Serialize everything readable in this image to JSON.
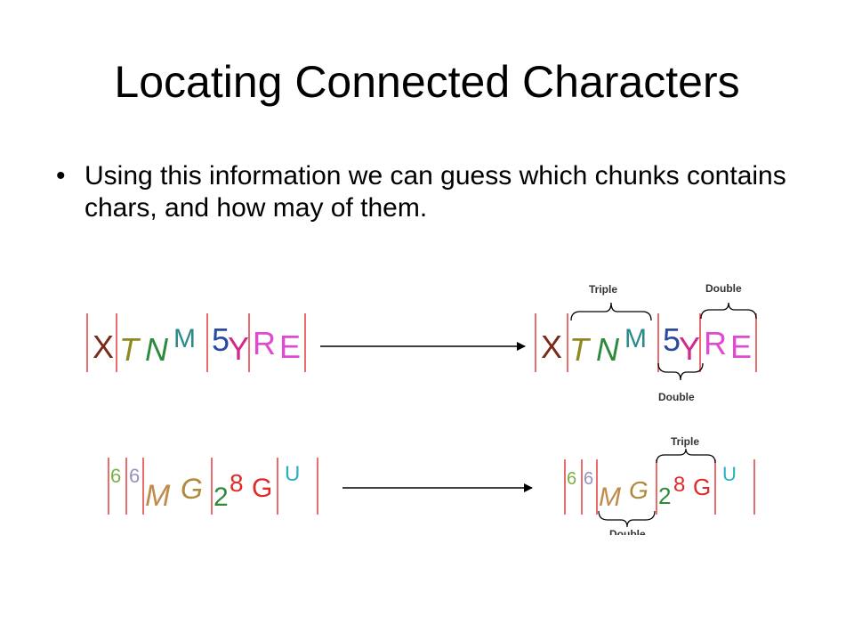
{
  "slide": {
    "title": "Locating Connected Characters",
    "bullet_marker": "•",
    "bullet_text": "Using this information  we can guess which chunks contains chars, and how may of them."
  },
  "figure": {
    "captcha_top": "XTNM5YRE",
    "captcha_bottom": "66MG28GU",
    "labels": {
      "top_triple": "Triple",
      "top_double_upper": "Double",
      "top_double_lower": "Double",
      "bottom_triple": "Triple",
      "bottom_double": "Double"
    },
    "colors": {
      "divider": "#e23a3a",
      "arrow": "#000000",
      "brace": "#000000"
    }
  }
}
